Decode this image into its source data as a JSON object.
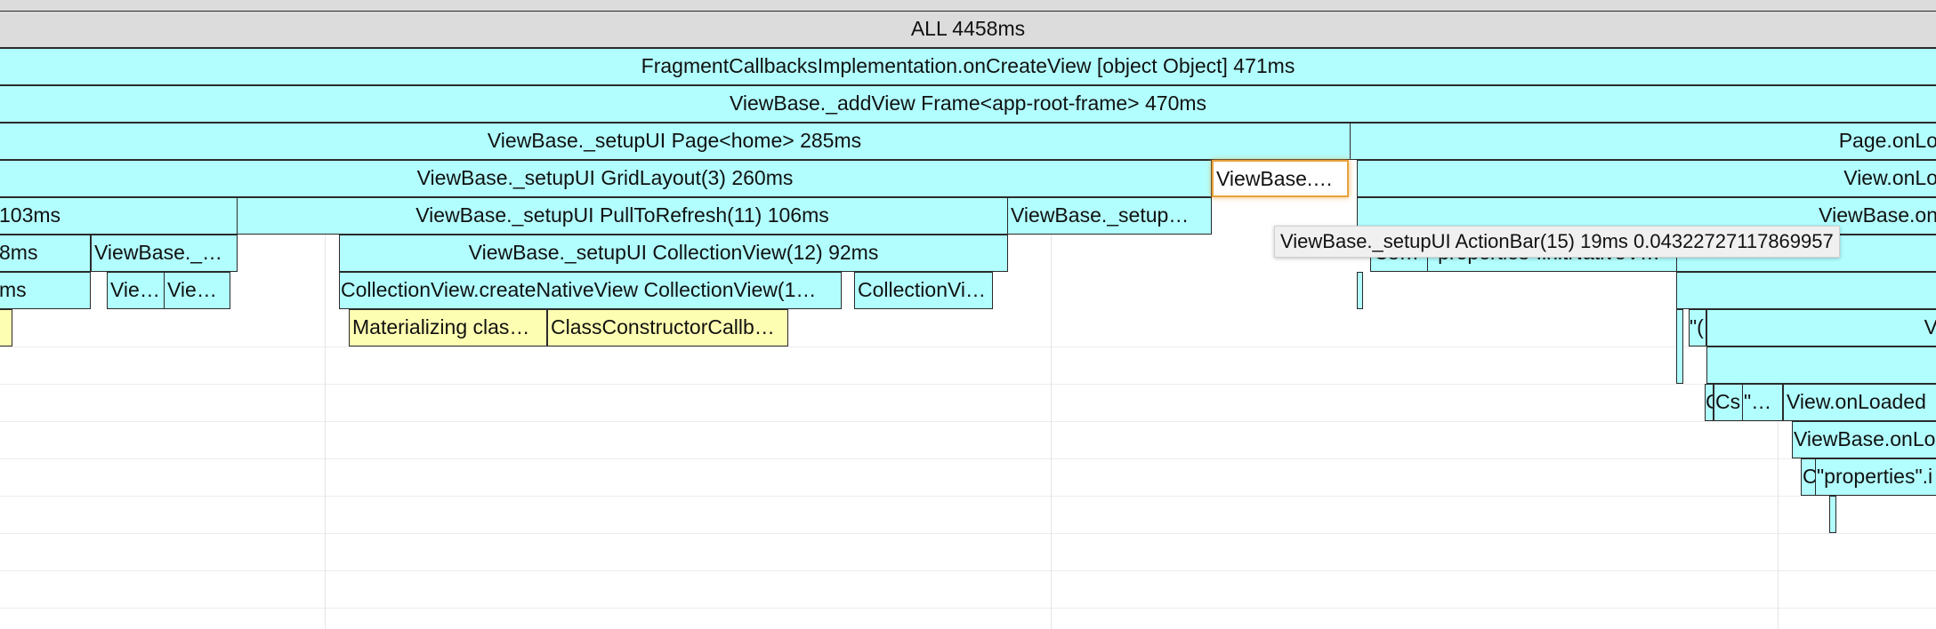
{
  "tooltip": "ViewBase._setupUI ActionBar(15) 19ms 0.04322727117869957",
  "colors": {
    "root": "#dcdcdc",
    "js": "#b2fefe",
    "native": "#fefeb2",
    "selected_border": "#e8a23c"
  },
  "frames": [
    {
      "id": "all",
      "text": "ALL 4458ms",
      "kind": "root"
    },
    {
      "id": "fragment-oncreateview",
      "text": "FragmentCallbacksImplementation.onCreateView [object Object] 471ms",
      "kind": "js"
    },
    {
      "id": "addview-app-root-frame",
      "text": "ViewBase._addView Frame<app-root-frame> 470ms",
      "kind": "js"
    },
    {
      "id": "setupui-page-home",
      "text": "ViewBase._setupUI Page<home> 285ms",
      "kind": "js"
    },
    {
      "id": "page-onloaded",
      "text": "Page.onLo",
      "kind": "js"
    },
    {
      "id": "setupui-gridlayout",
      "text": "ViewBase._setupUI GridLayout(3) 260ms",
      "kind": "js"
    },
    {
      "id": "setupui-selected",
      "text": "ViewBase._…",
      "kind": "js"
    },
    {
      "id": "view-onloaded-1",
      "text": "View.onLo",
      "kind": "js"
    },
    {
      "id": "frame-103ms",
      "text": "103ms",
      "kind": "js"
    },
    {
      "id": "setupui-pulltorefresh",
      "text": "ViewBase._setupUI PullToRefresh(11) 106ms",
      "kind": "js"
    },
    {
      "id": "setupui-truncated-a",
      "text": "ViewBase._setup…",
      "kind": "js"
    },
    {
      "id": "viewbase-on-1",
      "text": "ViewBase.on",
      "kind": "js"
    },
    {
      "id": "frame-8ms",
      "text": "8ms",
      "kind": "js"
    },
    {
      "id": "viewbase-truncated-b",
      "text": "ViewBase._…",
      "kind": "js"
    },
    {
      "id": "setupui-collectionview",
      "text": "ViewBase._setupUI CollectionView(12) 92ms",
      "kind": "js"
    },
    {
      "id": "cs-truncated",
      "text": "Cs…",
      "kind": "js"
    },
    {
      "id": "properties-initnative",
      "text": "\"properties\".initNativeV…",
      "kind": "js"
    },
    {
      "id": "frame-ms",
      "text": "ms",
      "kind": "js"
    },
    {
      "id": "vie-1",
      "text": "Vie…",
      "kind": "js"
    },
    {
      "id": "vie-2",
      "text": "Vie…",
      "kind": "js"
    },
    {
      "id": "collectionview-createnativeview",
      "text": "CollectionView.createNativeView CollectionView(1…",
      "kind": "js"
    },
    {
      "id": "collectionvi-truncated",
      "text": "CollectionVi…",
      "kind": "js"
    },
    {
      "id": "native-sliver",
      "text": "",
      "kind": "native"
    },
    {
      "id": "materializing-class",
      "text": "Materializing clas…",
      "kind": "native"
    },
    {
      "id": "classconstructorcallback",
      "text": "ClassConstructorCallb…",
      "kind": "native"
    },
    {
      "id": "quote-truncated",
      "text": "\"(",
      "kind": "js"
    },
    {
      "id": "v-truncated",
      "text": "V",
      "kind": "js"
    },
    {
      "id": "row9-wide",
      "text": "",
      "kind": "js"
    },
    {
      "id": "c-small",
      "text": "C",
      "kind": "js"
    },
    {
      "id": "cs-small",
      "text": "Cs",
      "kind": "js"
    },
    {
      "id": "quote-ellipsis",
      "text": "\"…",
      "kind": "js"
    },
    {
      "id": "view-onloaded-2",
      "text": "View.onLoaded",
      "kind": "js"
    },
    {
      "id": "viewbase-onlo",
      "text": "ViewBase.onLo",
      "kind": "js"
    },
    {
      "id": "c-tiny",
      "text": "C",
      "kind": "js"
    },
    {
      "id": "properties-i",
      "text": "\"properties\".i",
      "kind": "js"
    }
  ]
}
